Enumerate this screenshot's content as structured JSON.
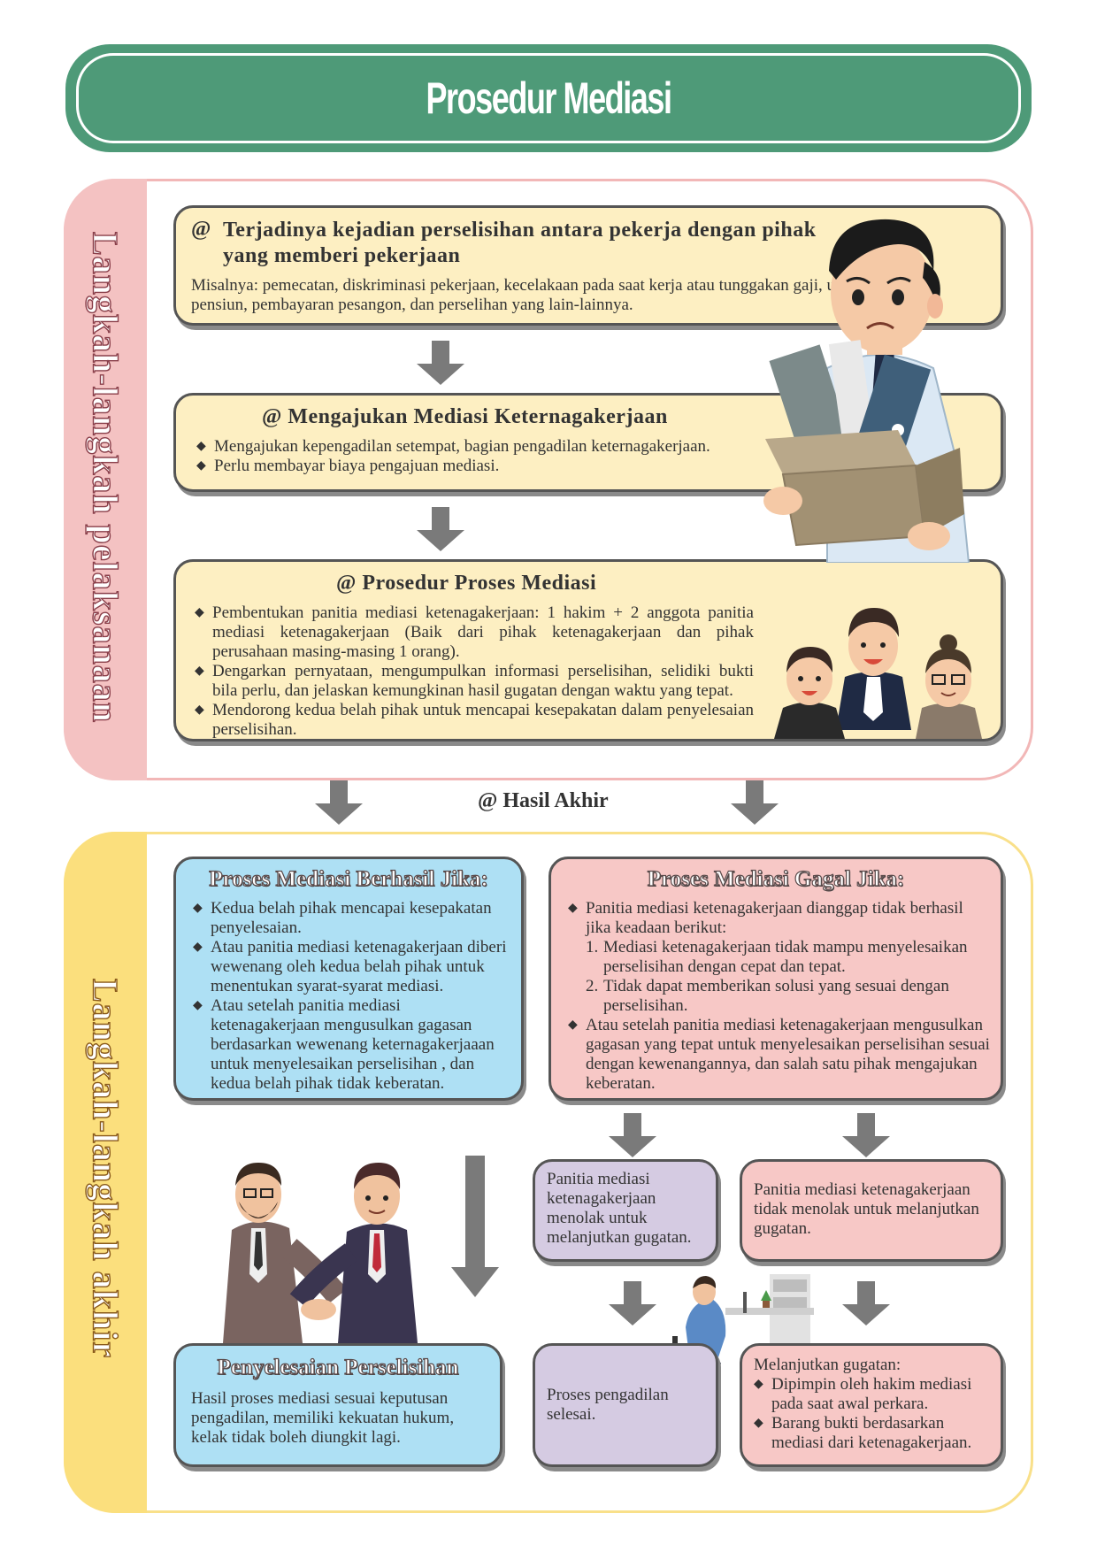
{
  "title": "Prosedur Mediasi",
  "section1": {
    "label": "Langkah-langkah pelaksanaan",
    "step1": {
      "marker": "@",
      "title": "Terjadinya kejadian perselisihan antara pekerja dengan pihak yang memberi pekerjaan",
      "text": "Misalnya: pemecatan, diskriminasi pekerjaan, kecelakaan pada saat kerja atau tunggakan gaji, uang pensiun, pembayaran pesangon, dan perselihan yang lain-lainnya."
    },
    "step2": {
      "title": "@ Mengajukan Mediasi Keternagakerjaan",
      "items": [
        "Mengajukan kepengadilan setempat, bagian pengadilan keternagakerjaan.",
        "Perlu membayar biaya pengajuan mediasi."
      ]
    },
    "step3": {
      "title": "@ Prosedur Proses Mediasi",
      "items": [
        "Pembentukan panitia mediasi ketenagakerjaan: 1 hakim + 2 anggota panitia mediasi ketenagakerjaan (Baik dari pihak ketenagakerjaan dan pihak perusahaan masing-masing 1 orang).",
        "Dengarkan pernyataan, mengumpulkan informasi perselisihan, selidiki bukti bila perlu, dan jelaskan kemungkinan hasil gugatan dengan waktu yang tepat.",
        "Mendorong kedua belah pihak untuk mencapai kesepakatan dalam penyelesaian perselisihan."
      ]
    }
  },
  "hasil_akhir": "@ Hasil Akhir",
  "section2": {
    "label": "Langkah-langkah akhir",
    "success": {
      "title": "Proses Mediasi Berhasil Jika:",
      "items": [
        "Kedua belah pihak mencapai kesepakatan penyelesaian.",
        "Atau panitia mediasi ketenagakerjaan diberi wewenang oleh kedua belah pihak untuk menentukan syarat-syarat mediasi.",
        "Atau setelah panitia mediasi ketenagakerjaan mengusulkan gagasan berdasarkan wewenang keternagakerjaaan untuk menyelesaikan perselisihan , dan kedua belah pihak tidak keberatan."
      ]
    },
    "fail": {
      "title": "Proses Mediasi Gagal Jika:",
      "item1": "Panitia mediasi ketenagakerjaan dianggap tidak berhasil jika keadaan berikut:",
      "sub": [
        {
          "num": "1.",
          "text": "Mediasi ketenagakerjaan tidak mampu menyelesaikan perselisihan dengan cepat dan tepat."
        },
        {
          "num": "2.",
          "text": "Tidak dapat memberikan solusi yang sesuai dengan perselisihan."
        }
      ],
      "item2": "Atau setelah panitia mediasi ketenagakerjaan mengusulkan gagasan yang tepat untuk menyelesaikan perselisihan sesuai dengan kewenangannya, dan salah satu pihak mengajukan keberatan."
    },
    "reject": "Panitia mediasi ketenagakerjaan menolak untuk melanjutkan gugatan.",
    "not_reject": "Panitia mediasi ketenagakerjaan tidak menolak untuk melanjutkan gugatan.",
    "resolution": {
      "title": "Penyelesaian Perselisihan",
      "text": "Hasil proses mediasi sesuai keputusan pengadilan, memiliki kekuatan hukum, kelak tidak boleh diungkit lagi."
    },
    "court_done": "Proses pengadilan selesai.",
    "continue": {
      "title": "Melanjutkan gugatan:",
      "items": [
        "Dipimpin oleh hakim mediasi pada saat awal perkara.",
        "Barang bukti berdasarkan mediasi dari ketenagakerjaan."
      ]
    }
  },
  "colors": {
    "banner": "#4e9a78",
    "section1_band": "#f4c2c2",
    "section2_band": "#fbdf7d",
    "card_yellow": "#fdefc2",
    "card_blue": "#aee0f4",
    "card_pink": "#f7c8c6",
    "card_lavender": "#d5cbe2",
    "arrow": "#7a7a7a"
  },
  "illustrations": [
    "worried-employee-box-icon",
    "mediation-panel-people-icon",
    "handshake-people-icon",
    "stressed-worker-desk-icon"
  ]
}
